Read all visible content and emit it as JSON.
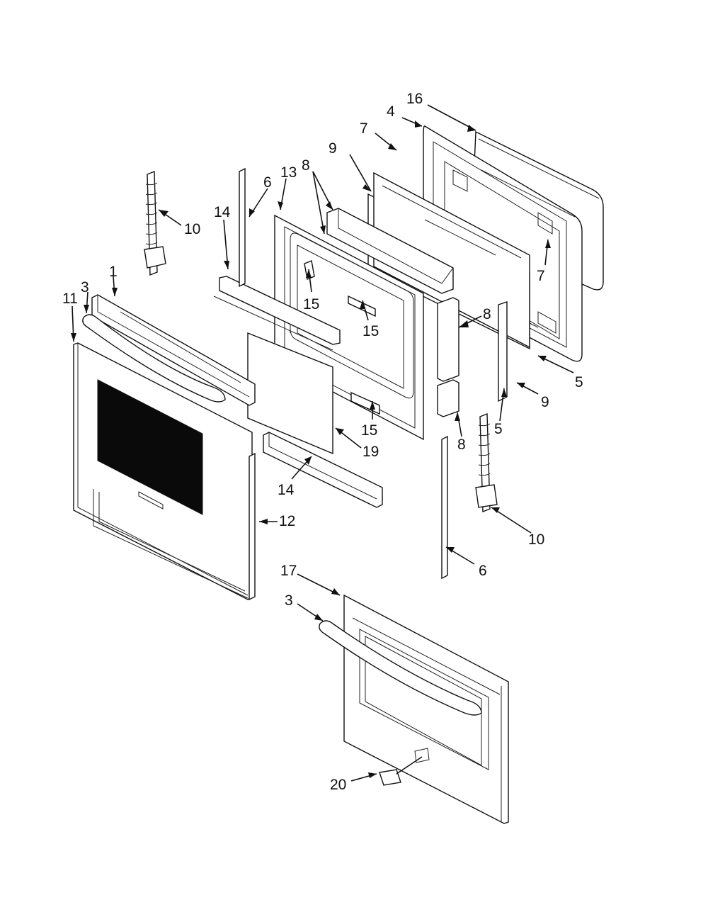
{
  "callouts": [
    {
      "key": "c16",
      "text": "16"
    },
    {
      "key": "c4",
      "text": "4"
    },
    {
      "key": "c7a",
      "text": "7"
    },
    {
      "key": "c9a",
      "text": "9"
    },
    {
      "key": "c8a",
      "text": "8"
    },
    {
      "key": "c13",
      "text": "13"
    },
    {
      "key": "c6a",
      "text": "6"
    },
    {
      "key": "c14a",
      "text": "14"
    },
    {
      "key": "c10a",
      "text": "10"
    },
    {
      "key": "c7b",
      "text": "7"
    },
    {
      "key": "c1",
      "text": "1"
    },
    {
      "key": "c3a",
      "text": "3"
    },
    {
      "key": "c11",
      "text": "11"
    },
    {
      "key": "c15a",
      "text": "15"
    },
    {
      "key": "c15b",
      "text": "15"
    },
    {
      "key": "c8b",
      "text": "8"
    },
    {
      "key": "c5a",
      "text": "5"
    },
    {
      "key": "c9b",
      "text": "9"
    },
    {
      "key": "c5b",
      "text": "5"
    },
    {
      "key": "c15c",
      "text": "15"
    },
    {
      "key": "c8c",
      "text": "8"
    },
    {
      "key": "c19",
      "text": "19"
    },
    {
      "key": "c14b",
      "text": "14"
    },
    {
      "key": "c12",
      "text": "12"
    },
    {
      "key": "c10b",
      "text": "10"
    },
    {
      "key": "c6b",
      "text": "6"
    },
    {
      "key": "c17",
      "text": "17"
    },
    {
      "key": "c3b",
      "text": "3"
    },
    {
      "key": "c20",
      "text": "20"
    }
  ]
}
